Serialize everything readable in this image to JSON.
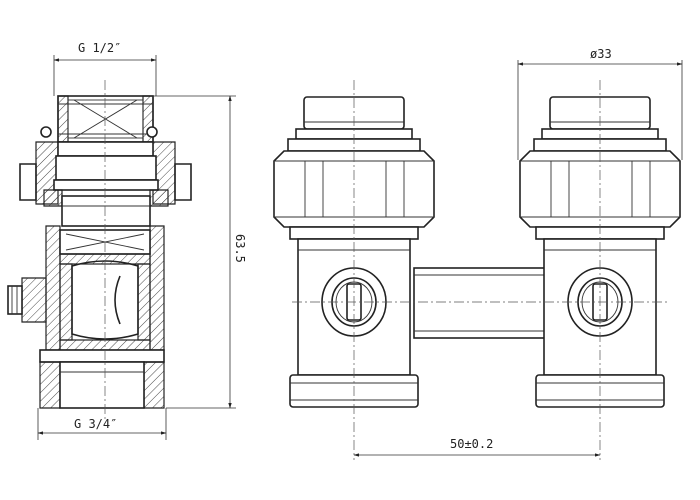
{
  "dimensions": {
    "top_thread": "G 1/2″",
    "bottom_thread": "G 3/4″",
    "height": "63.5",
    "diameter": "ø33",
    "spacing": "50±0.2"
  },
  "colors": {
    "line": "#222222",
    "background": "#ffffff"
  }
}
